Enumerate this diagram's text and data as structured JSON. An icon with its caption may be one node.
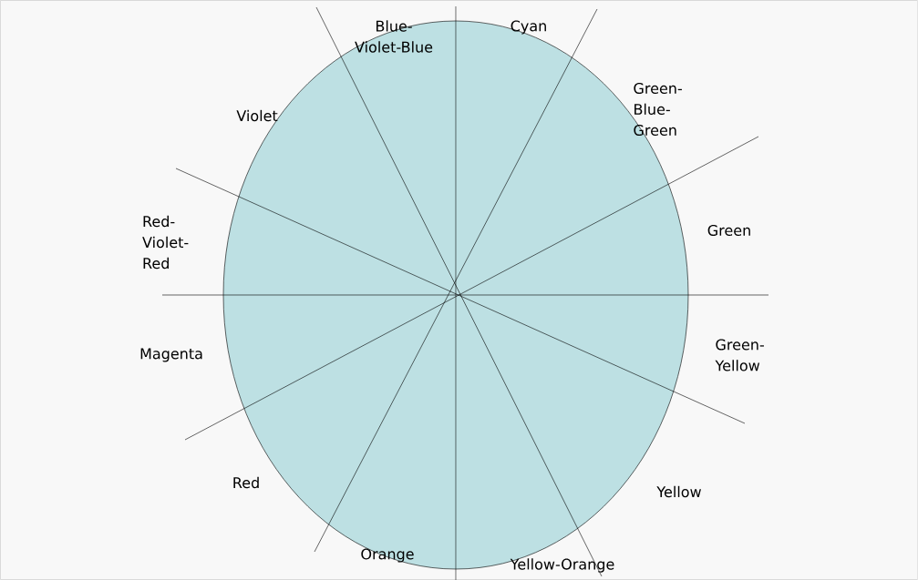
{
  "diagram": {
    "labels": [
      "Blue-Violet-Blue",
      "Cyan",
      "Green-Blue-Green",
      "Violet",
      "Red-Violet-Red",
      "Green",
      "Magenta",
      "Green-Yellow",
      "Red",
      "Yellow",
      "Orange",
      "Yellow-Orange"
    ]
  }
}
